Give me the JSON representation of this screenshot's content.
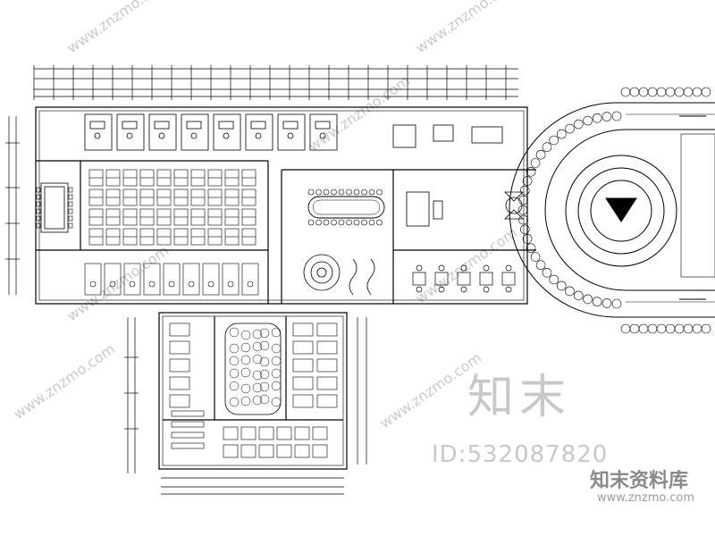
{
  "watermark": {
    "site_text": "www.znzmo.com",
    "brand_big": "知末",
    "id_text": "ID:532087820",
    "brand_name": "知末资料库",
    "brand_url": "www.znzmo.com"
  },
  "colors": {
    "line": "#000000",
    "watermark": "#c8c8c8"
  }
}
